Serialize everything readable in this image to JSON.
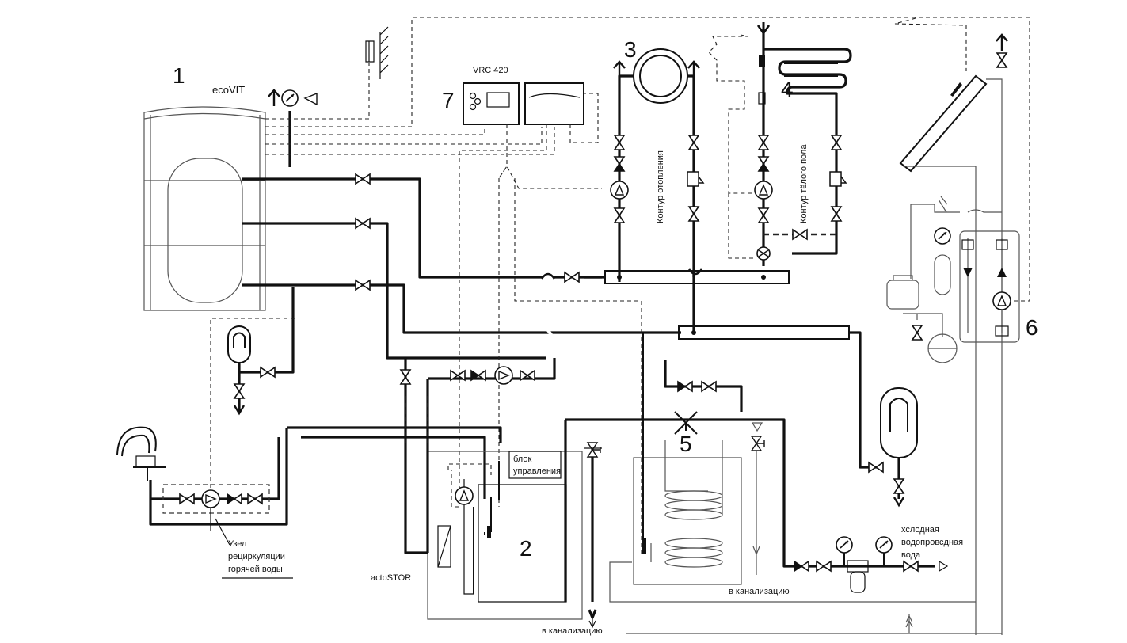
{
  "diagram": {
    "numbers": [
      "1",
      "2",
      "3",
      "4",
      "5",
      "6",
      "7"
    ],
    "labels": {
      "boiler": "ecoVIT",
      "controller": "VRC 420",
      "heating_circuit": "Контур отопления",
      "floor_circuit": "Контур тёлого пола",
      "recirculation": [
        "Узел",
        "рециркуляции",
        "горячей воды"
      ],
      "acto": "actoSTOR",
      "control_block": [
        "блок",
        "управления"
      ],
      "drain": "в канализацию",
      "cold_water": [
        "хслодная",
        "водопровсдная",
        "вода"
      ]
    }
  }
}
